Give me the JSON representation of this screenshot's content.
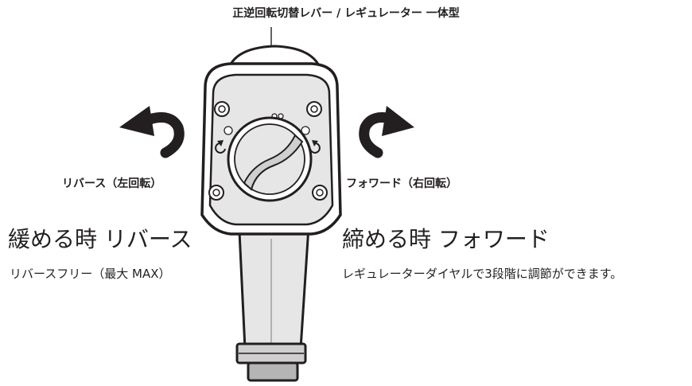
{
  "header": {
    "title": "正逆回転切替レバー / レギュレーター 一体型"
  },
  "reverse": {
    "label": "リバース（左回転）",
    "heading": "緩める時 リバース",
    "description": "リバースフリー（最大 MAX）"
  },
  "forward": {
    "label": "フォワード（右回転）",
    "heading": "締める時 フォワード",
    "description": "レギュレーターダイヤルで3段階に調節ができます。"
  },
  "icons": {
    "reverse_arrow": "counterclockwise-arrow-icon",
    "forward_arrow": "clockwise-arrow-icon",
    "screw": "screw-icon"
  },
  "colors": {
    "ink": "#231f20",
    "light_gray": "#e6e6e6",
    "gray": "#cfcfcf",
    "mid_gray": "#b5b5b5"
  }
}
